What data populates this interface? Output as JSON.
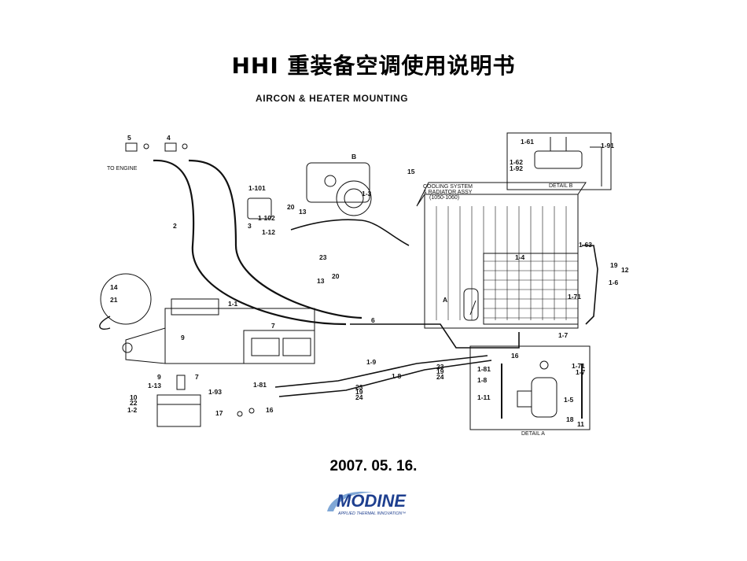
{
  "page": {
    "title": "HHI  重装备空调使用说明书",
    "date": "2007. 05. 16."
  },
  "diagram": {
    "heading": "AIRCON & HEATER MOUNTING",
    "to_engine": "TO ENGINE",
    "cooling_system": "COOLING SYSTEM",
    "radiator_assy": "& RADIATOR ASSY",
    "range": "(1050-1060)",
    "detail_a": "DETAIL A",
    "detail_b": "DETAIL B",
    "part_numbers": {
      "p5": "5",
      "p4": "4",
      "p2": "2",
      "p3": "3",
      "p14": "14",
      "p21": "21",
      "p1_1": "1-1",
      "p7": "7",
      "p9": "9",
      "p10": "10",
      "p22": "22",
      "p1_2": "1-2",
      "p1_13": "1-13",
      "p1_93": "1-93",
      "p17": "17",
      "p16": "16",
      "p1_81": "1-81",
      "p9b": "9",
      "p7b": "7",
      "p1_101": "1-101",
      "p1_102": "1-102",
      "p20": "20",
      "p13": "13",
      "p1_12": "1-12",
      "p23": "23",
      "p13b": "13",
      "p20b": "20",
      "p6": "6",
      "pB": "B",
      "p15": "15",
      "p1_3": "1-3",
      "p1_9": "1-9",
      "p1_8": "1-8",
      "p23b": "23",
      "p19": "19",
      "p24": "24",
      "p23c": "23",
      "p19b": "19",
      "p24b": "24",
      "p1_4": "1-4",
      "p1_63": "1-63",
      "p19c": "19",
      "p12": "12",
      "p1_6": "1-6",
      "p1_71": "1-71",
      "p1_7": "1-7",
      "p1_61": "1-61",
      "p1_91": "1-91",
      "p1_62": "1-62",
      "p1_92": "1-92",
      "pa16": "16",
      "pa1_81": "1-81",
      "pa1_8": "1-8",
      "pa1_11": "1-11",
      "pa1_71": "1-71",
      "pa1_7": "1-7",
      "pa1_5": "1-5",
      "pa18": "18",
      "pa11": "11",
      "pA": "A"
    }
  },
  "logo": {
    "name": "MODINE",
    "tagline": "APPLIED THERMAL INNOVATION™",
    "color": "#1e3f8f",
    "accent": "#7fa7d6"
  }
}
